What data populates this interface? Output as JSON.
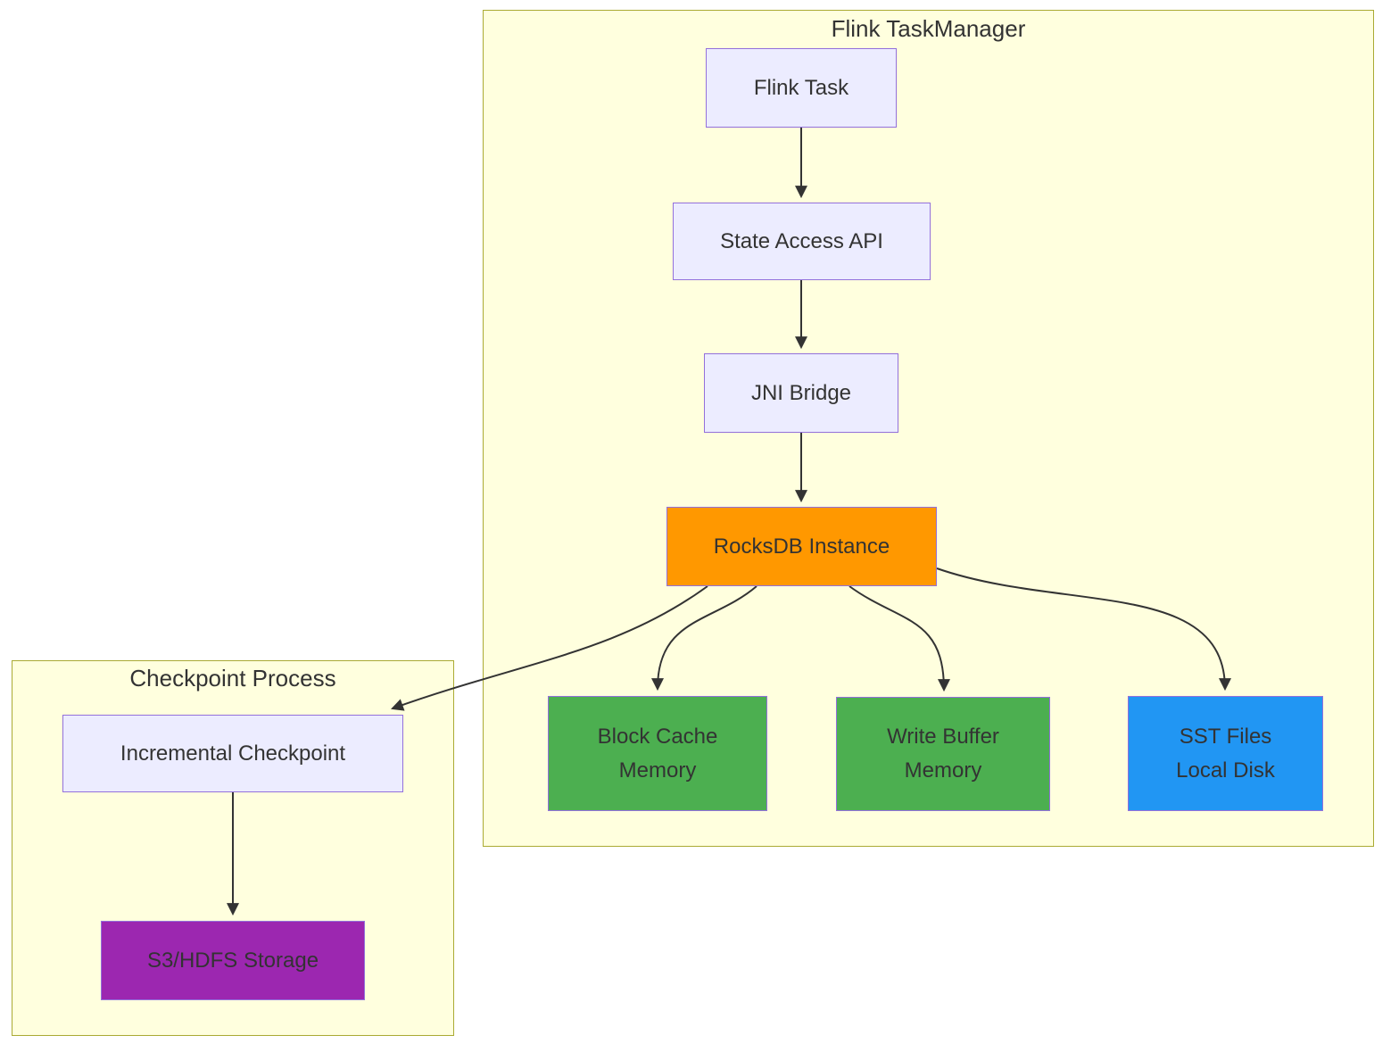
{
  "diagram": {
    "clusters": {
      "taskmanager": {
        "title": "Flink TaskManager"
      },
      "checkpoint": {
        "title": "Checkpoint Process"
      }
    },
    "nodes": {
      "flink_task": {
        "label": "Flink Task"
      },
      "state_access": {
        "label": "State Access API"
      },
      "jni_bridge": {
        "label": "JNI Bridge"
      },
      "rocksdb": {
        "label": "RocksDB Instance"
      },
      "block_cache": {
        "line1": "Block Cache",
        "line2": "Memory"
      },
      "write_buffer": {
        "line1": "Write Buffer",
        "line2": "Memory"
      },
      "sst_files": {
        "line1": "SST Files",
        "line2": "Local Disk"
      },
      "incremental": {
        "label": "Incremental Checkpoint"
      },
      "s3_storage": {
        "label": "S3/HDFS Storage"
      }
    },
    "edges": [
      {
        "from": "Flink Task",
        "to": "State Access API"
      },
      {
        "from": "State Access API",
        "to": "JNI Bridge"
      },
      {
        "from": "JNI Bridge",
        "to": "RocksDB Instance"
      },
      {
        "from": "RocksDB Instance",
        "to": "Incremental Checkpoint"
      },
      {
        "from": "RocksDB Instance",
        "to": "Block Cache Memory"
      },
      {
        "from": "RocksDB Instance",
        "to": "Write Buffer Memory"
      },
      {
        "from": "RocksDB Instance",
        "to": "SST Files Local Disk"
      },
      {
        "from": "Incremental Checkpoint",
        "to": "S3/HDFS Storage"
      }
    ],
    "colors": {
      "cluster_fill": "#ffffde",
      "cluster_border": "#aaaa33",
      "node_fill": "#ECECFF",
      "node_border": "#9370DB",
      "rocksdb_fill": "#FF9800",
      "memory_fill": "#4CAF50",
      "disk_fill": "#2196F3",
      "storage_fill": "#9C27B0",
      "edge_color": "#333333",
      "text_color": "#333333"
    }
  }
}
